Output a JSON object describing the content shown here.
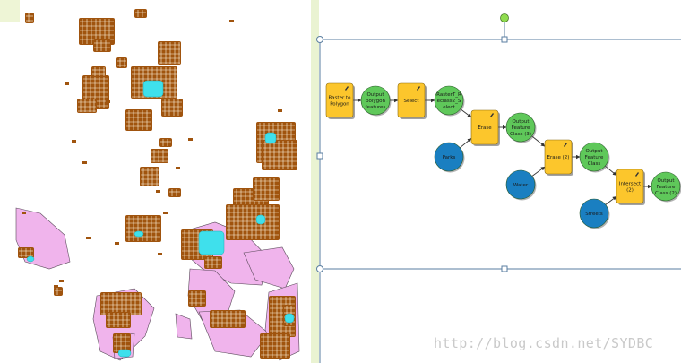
{
  "model": {
    "nodes": [
      {
        "id": "raster_to_polygon",
        "kind": "tool",
        "lines": [
          "Raster to",
          "Polygon"
        ]
      },
      {
        "id": "output_polygon_features",
        "kind": "data",
        "lines": [
          "Output",
          "polygon",
          "features"
        ]
      },
      {
        "id": "select",
        "kind": "tool",
        "lines": [
          "Select"
        ]
      },
      {
        "id": "raster_select",
        "kind": "data",
        "lines": [
          "RasterT_R",
          "eclass2_S",
          "elect"
        ]
      },
      {
        "id": "parks",
        "kind": "input",
        "lines": [
          "Parks"
        ]
      },
      {
        "id": "erase",
        "kind": "tool",
        "lines": [
          "Erase"
        ]
      },
      {
        "id": "output_fc_3",
        "kind": "data",
        "lines": [
          "Output",
          "Feature",
          "Class (3)"
        ]
      },
      {
        "id": "water",
        "kind": "input",
        "lines": [
          "Water"
        ]
      },
      {
        "id": "erase_2",
        "kind": "tool",
        "lines": [
          "Erase (2)"
        ]
      },
      {
        "id": "output_fc",
        "kind": "data",
        "lines": [
          "Output",
          "Feature",
          "Class"
        ]
      },
      {
        "id": "streets",
        "kind": "input",
        "lines": [
          "Streets"
        ]
      },
      {
        "id": "intersect_2",
        "kind": "tool",
        "lines": [
          "Intersect",
          "(2)"
        ]
      },
      {
        "id": "output_fc_2",
        "kind": "data",
        "lines": [
          "Output",
          "Feature",
          "Class (2)"
        ]
      }
    ]
  },
  "colors": {
    "tool": "#fcc62c",
    "data": "#5fc85a",
    "input": "#1a7fc1",
    "map_blocks": "#a0540e",
    "map_polygons": "#f0b4ec",
    "map_water": "#3fe0ec",
    "selection_frame": "#5a7ea0",
    "rotate_handle": "#8fdc4f"
  },
  "watermark": "http://blog.csdn.net/SYDBC"
}
